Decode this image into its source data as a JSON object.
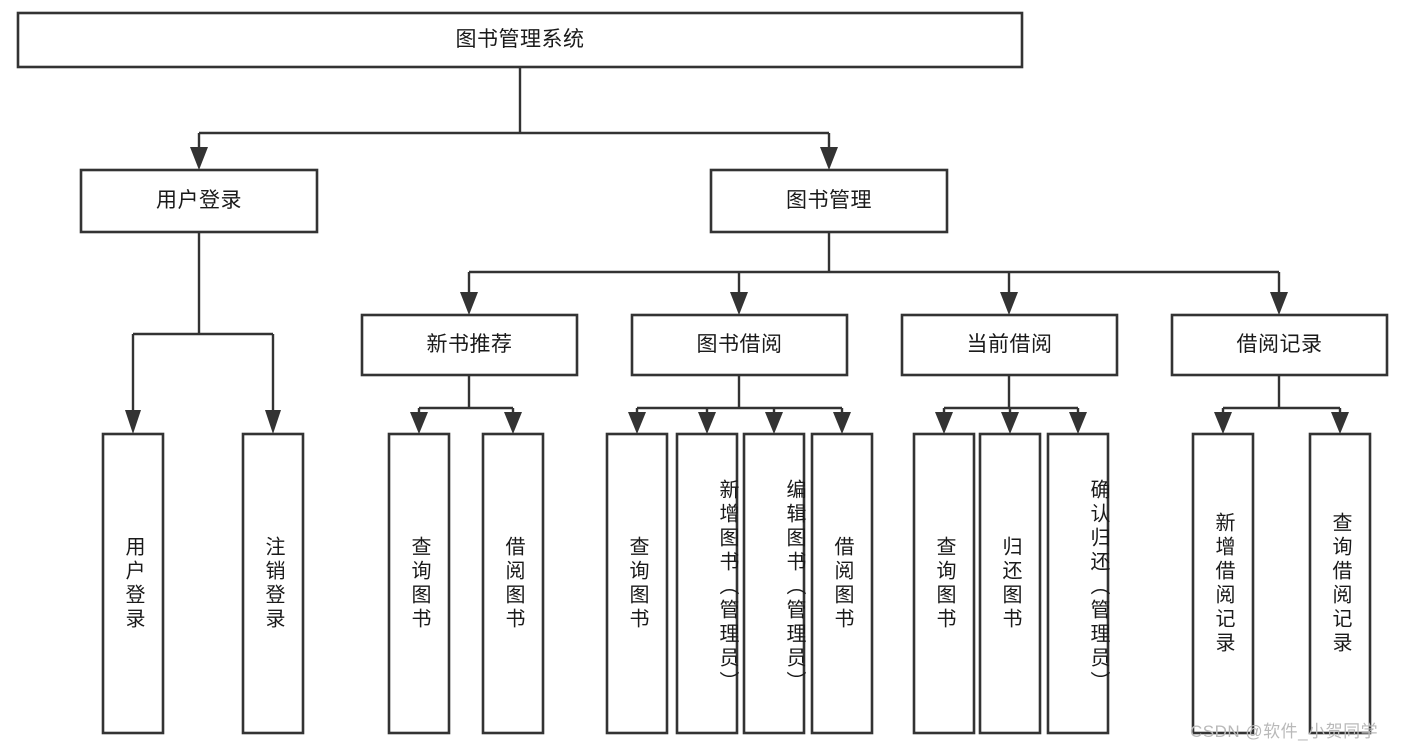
{
  "diagram": {
    "title": "图书管理系统",
    "type": "hierarchy-tree",
    "watermark": "CSDN @软件_小贺同学",
    "colors": {
      "stroke": "#333333",
      "fill": "#ffffff",
      "text": "#1a1a1a",
      "watermark": "#b9b9b9"
    },
    "levels": {
      "root": {
        "label": "图书管理系统"
      },
      "level2": [
        {
          "label": "用户登录"
        },
        {
          "label": "图书管理"
        }
      ],
      "level3": [
        {
          "label": "新书推荐"
        },
        {
          "label": "图书借阅"
        },
        {
          "label": "当前借阅"
        },
        {
          "label": "借阅记录"
        }
      ]
    },
    "leaves": {
      "user_login": [
        {
          "label": "用户登录"
        },
        {
          "label": "注销登录"
        }
      ],
      "new_book_recommend": [
        {
          "label": "查询图书"
        },
        {
          "label": "借阅图书"
        }
      ],
      "book_borrow": [
        {
          "label": "查询图书"
        },
        {
          "label": "新增图书（管理员）"
        },
        {
          "label": "编辑图书（管理员）"
        },
        {
          "label": "借阅图书"
        }
      ],
      "current_borrow": [
        {
          "label": "查询图书"
        },
        {
          "label": "归还图书"
        },
        {
          "label": "确认归还（管理员）"
        }
      ],
      "borrow_record": [
        {
          "label": "新增借阅记录"
        },
        {
          "label": "查询借阅记录"
        }
      ]
    }
  }
}
